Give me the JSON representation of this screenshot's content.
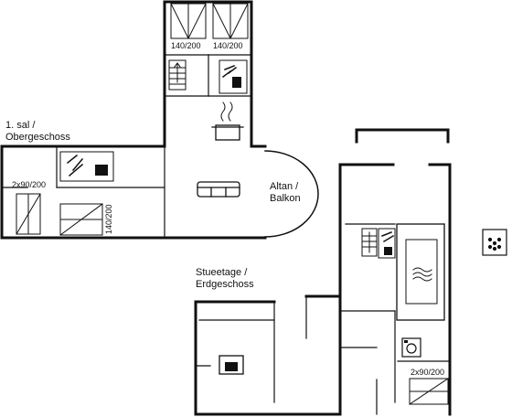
{
  "floor_upper": {
    "label_line1": "1. sal /",
    "label_line2": "Obergeschoss",
    "bed_top_left": "140/200",
    "bed_top_right": "140/200",
    "bed_left": "2x90/200",
    "bed_bottom": "140/200"
  },
  "balcony": {
    "label_line1": "Altan /",
    "label_line2": "Balkon"
  },
  "floor_ground": {
    "label_line1": "Stueetage /",
    "label_line2": "Erdgeschoss",
    "bed_right": "2x90/200"
  },
  "icons": [
    "bed-icon",
    "stairs-icon",
    "shower-toilet-icon",
    "cooking-pot-icon",
    "sofa-icon",
    "pool-icon",
    "washing-machine-icon",
    "fireplace-icon",
    "whirlpool-icon"
  ],
  "colors": {
    "line": "#111111",
    "background": "#ffffff"
  }
}
